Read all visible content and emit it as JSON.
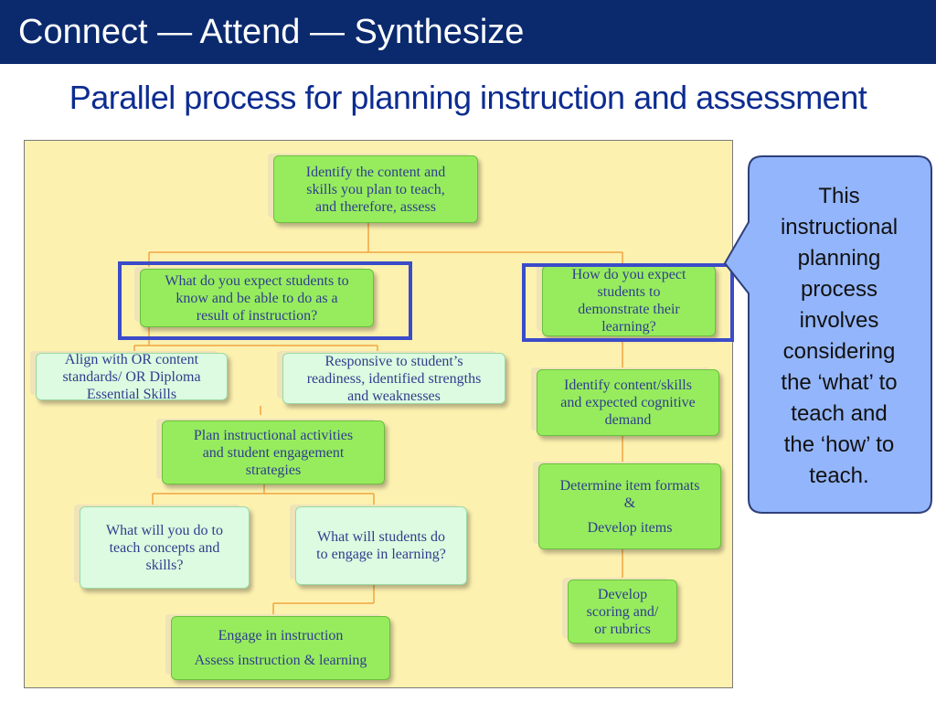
{
  "header": {
    "title": "Connect — Attend — Synthesize"
  },
  "subtitle": "Parallel process for planning instruction and assessment",
  "callout": {
    "lines": [
      "This",
      "instructional",
      "planning",
      "process",
      "involves",
      "considering",
      "the ‘what’ to",
      "teach and",
      "the ‘how’ to",
      "teach."
    ]
  },
  "colors": {
    "header_bg": "#0b2a6e",
    "subtitle_text": "#0d2c91",
    "panel_bg": "#fdf1b0",
    "node_green": "#97ec5e",
    "node_mint": "#dcfbe0",
    "highlight_border": "#3b4bc9",
    "callout_fill": "#93b5fb",
    "connector": "#f0a640"
  },
  "diagram": {
    "nodes": {
      "identify_content": {
        "lines": [
          "Identify the content and",
          "skills you plan to teach,",
          "and therefore, assess"
        ]
      },
      "what_expect": {
        "lines": [
          "What do you expect students to",
          "know and be able to do as a",
          "result of instruction?"
        ]
      },
      "how_demonstrate": {
        "lines": [
          "How do you expect",
          "students to",
          "demonstrate their",
          "learning?"
        ]
      },
      "align_standards": {
        "lines": [
          "Align with OR content",
          "standards/ OR Diploma",
          "Essential Skills"
        ]
      },
      "responsive": {
        "lines": [
          "Responsive to student’s",
          "readiness, identified strengths",
          "and weaknesses"
        ]
      },
      "identify_cognitive": {
        "lines": [
          "Identify content/skills",
          "and expected cognitive",
          "demand"
        ]
      },
      "plan_activities": {
        "lines": [
          "Plan instructional activities",
          "and student engagement",
          "strategies"
        ]
      },
      "determine_formats": {
        "lines": [
          "Determine item formats",
          "&",
          "",
          "Develop items"
        ]
      },
      "what_will_you_do": {
        "lines": [
          "What will you do to",
          "teach concepts and",
          "skills?"
        ]
      },
      "what_will_students_do": {
        "lines": [
          "What will students do",
          "to engage in learning?"
        ]
      },
      "develop_scoring": {
        "lines": [
          "Develop",
          "scoring and/",
          "or rubrics"
        ]
      },
      "engage_instruction": {
        "lines": [
          "Engage in instruction",
          "",
          "Assess instruction & learning"
        ]
      }
    }
  }
}
